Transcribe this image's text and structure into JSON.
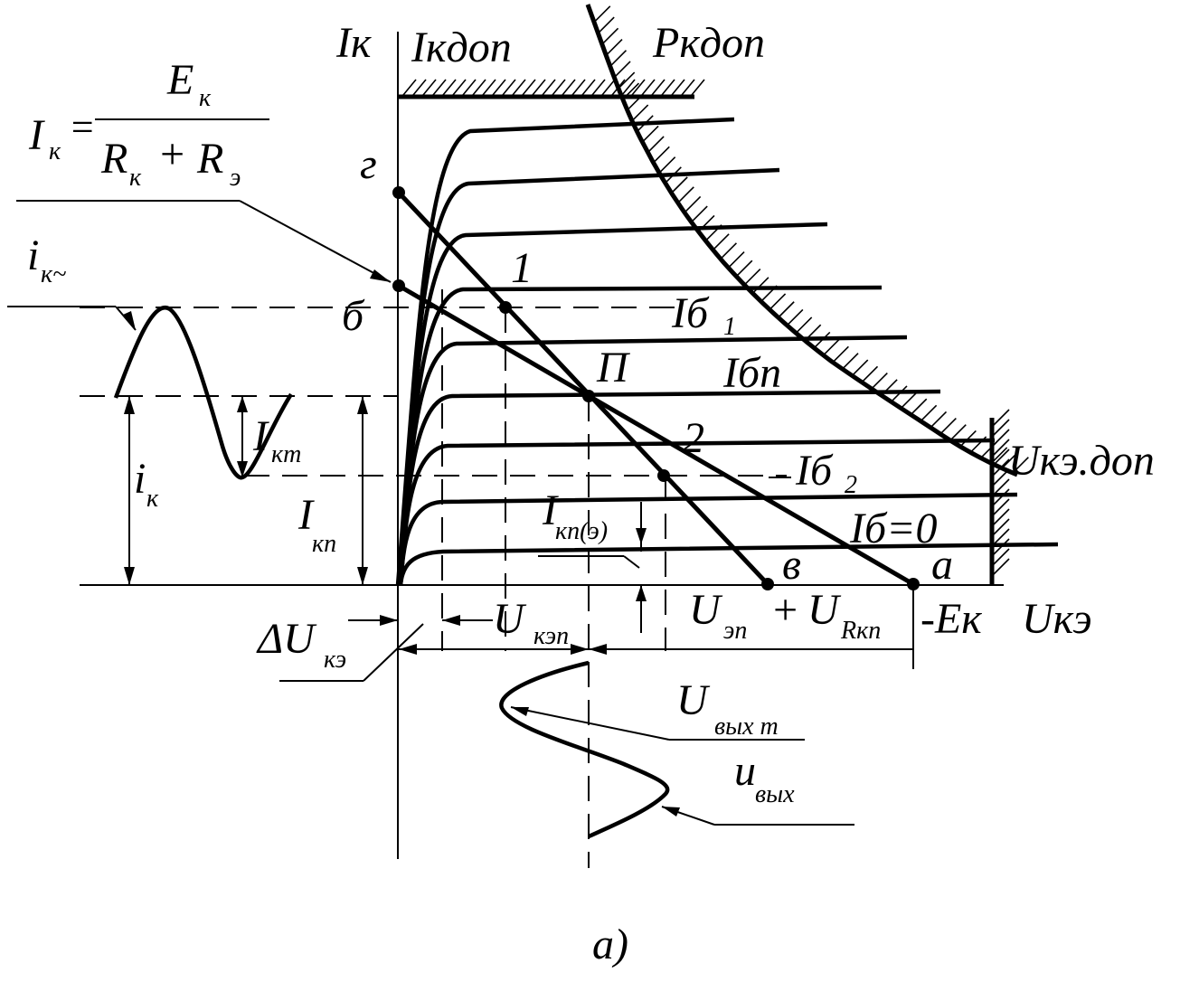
{
  "labels": {
    "ik_axis": "Iк",
    "ik_dop": "Iкдоп",
    "pk_dop": "Pкдоп",
    "formula_lhs_i": "I",
    "formula_lhs_sub": "к",
    "formula_eq": "=",
    "formula_num_e": "E",
    "formula_num_sub": "к",
    "formula_den_r1": "R",
    "formula_den_r1_sub": "к",
    "formula_den_plus": "+",
    "formula_den_r2": "R",
    "formula_den_r2_sub": "э",
    "point_g": "г",
    "point_b": "б",
    "point_v": "в",
    "point_a": "а",
    "point_1": "1",
    "point_2": "2",
    "point_p": "П",
    "ik_ac_i": "i",
    "ik_ac_sub": "к~",
    "ik_i": "i",
    "ik_sub": "к",
    "ikm_i": "I",
    "ikm_sub": "кm",
    "ikp_i": "I",
    "ikp_sub": "кп",
    "ikpe_i": "I",
    "ikpe_sub": "кп(э)",
    "ib1": "Iб",
    "ib1_sub": "1",
    "ibp": "Iбп",
    "ib2": "Iб",
    "ib2_sub": "2",
    "ib0": "Iб=0",
    "uke_dop": "Uкэ.доп",
    "delta_u": "ΔU",
    "delta_u_sub": "кэ",
    "ukep_u": "U",
    "ukep_sub": "кэп",
    "uep_u": "U",
    "uep_sub": "эп",
    "plus": "+",
    "urkp_u": "U",
    "urkp_sub": "Rкп",
    "minus_ek": "-Eк",
    "uke_axis": "Uкэ",
    "uvyxm_u": "U",
    "uvyxm_sub": "вых m",
    "uvyx_u": "u",
    "uvyx_sub": "вых",
    "caption": "а)"
  }
}
